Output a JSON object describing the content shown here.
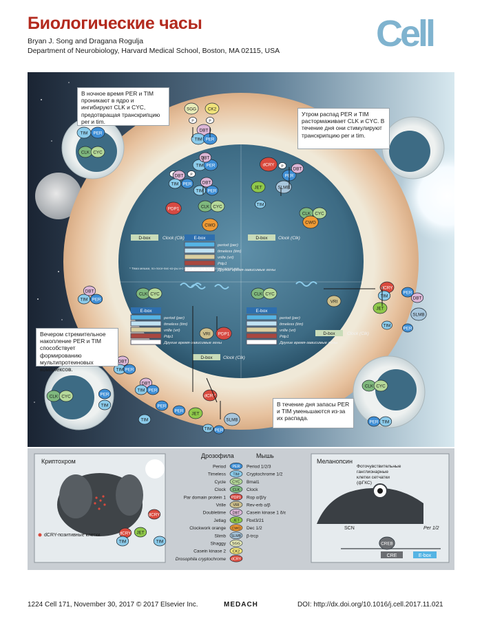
{
  "header": {
    "title": "Биологические часы",
    "authors": "Bryan J. Song and Dragana Rogulja",
    "affiliation": "Department of Neurobiology, Harvard Medical School, Boston, MA 02115, USA",
    "logo": "Cell"
  },
  "notes": {
    "night": "В ночное время PER и TIM проникают в ядро и ингибируют CLK и CYC, предотвращая транскрипцию per и tim.",
    "morning": "Утром распад PER и TIM растормаживает CLK и CYC. В течение дня они стимулируют транскрипцию per и tim.",
    "evening": "Вечером стремительное накопление PER и TIM способствует формированию мультипротеиновых комплексов.",
    "day": "В течение дня запасы PER и TIM уменьшаются из-за их распада."
  },
  "genes": {
    "ebox": "E-box",
    "dbox": "D-box",
    "clock_gene": "Clock (Clk)",
    "list": [
      "period (per)",
      "timeless (tim)",
      "vrille (vri)",
      "Pdp1",
      "Другие время-зависимые гены"
    ],
    "colors": [
      "#55b4e4",
      "#bfe2f3",
      "#d9cfa1",
      "#a9473f",
      "#ffffff"
    ],
    "footnote": "* Тема мешки, по-лосе-пис-ко-ры и-с-т-ран-ся-ного процестоме гарная ние"
  },
  "proteins": {
    "per": {
      "label": "PER",
      "color": "#3f8fd6"
    },
    "tim": {
      "label": "TIM",
      "color": "#8ccbea"
    },
    "clk": {
      "label": "CLK",
      "color": "#7fb87e"
    },
    "cyc": {
      "label": "CYC",
      "color": "#b6d99a"
    },
    "dbt": {
      "label": "DBT",
      "color": "#dcb6d6"
    },
    "pdp1": {
      "label": "PDP1",
      "color": "#d64a43"
    },
    "vri": {
      "label": "VRI",
      "color": "#cdbf8c"
    },
    "cwo": {
      "label": "CWO",
      "color": "#ee9a35"
    },
    "jet": {
      "label": "JET",
      "color": "#8fc84a"
    },
    "slmb": {
      "label": "SLMB",
      "color": "#a8c6dc"
    },
    "sgg": {
      "label": "SGG",
      "color": "#e9ecb9"
    },
    "ck2": {
      "label": "CK2",
      "color": "#f0e27a"
    },
    "dcry": {
      "label": "dCRY",
      "color": "#d94a3d"
    },
    "p": {
      "label": "P",
      "color": "#ffffff"
    },
    "creb": {
      "label": "CREB",
      "color": "#6b6e72"
    }
  },
  "legend": {
    "drosophila_title": "Дрозофила",
    "mouse_title": "Мышь",
    "rows": [
      {
        "fly": "Period",
        "badge": "PER",
        "badge_color": "#3f8fd6",
        "mouse": "Period 1/2/3"
      },
      {
        "fly": "Timeless",
        "badge": "TIM",
        "badge_color": "#8ccbea",
        "mouse": "Cryptochrome 1/2"
      },
      {
        "fly": "Cycle",
        "badge": "CYC",
        "badge_color": "#b6d99a",
        "mouse": "Bmal1"
      },
      {
        "fly": "Clock",
        "badge": "CLK",
        "badge_color": "#7fb87e",
        "mouse": "Clock"
      },
      {
        "fly": "Par domain protein 1",
        "badge": "PDP1",
        "badge_color": "#d64a43",
        "mouse": "Rор α/β/γ"
      },
      {
        "fly": "Vrille",
        "badge": "VRI",
        "badge_color": "#cdbf8c",
        "mouse": "Rev-erb α/β"
      },
      {
        "fly": "Doubletime",
        "badge": "DBT",
        "badge_color": "#dcb6d6",
        "mouse": "Casein kinase 1 δ/ε"
      },
      {
        "fly": "Jetlag",
        "badge": "JET",
        "badge_color": "#8fc84a",
        "mouse": "Fbxl3/21"
      },
      {
        "fly": "Clockwork orange",
        "badge": "CWO",
        "badge_color": "#ee9a35",
        "mouse": "Dec 1/2"
      },
      {
        "fly": "Slimb",
        "badge": "SLMB",
        "badge_color": "#a8c6dc",
        "mouse": "β-trcp"
      },
      {
        "fly": "Shaggy",
        "badge": "SGG",
        "badge_color": "#e9ecb9",
        "mouse": ""
      },
      {
        "fly": "Casein kinase 2",
        "badge": "CK2",
        "badge_color": "#f0e27a",
        "mouse": ""
      },
      {
        "fly": "Drosophila cryptochrome",
        "badge": "dCRY",
        "badge_color": "#d94a3d",
        "mouse": ""
      }
    ],
    "crypto_title": "Криптохром",
    "crypto_cells": "dCRY-позитивные клетки",
    "melanopsin_title": "Меланопсин",
    "melanopsin_note": "Фоточувствительные ганглионарные клетки сетчатки (фГКС)",
    "scn": "SCN",
    "cre": "CRE",
    "per12": "Per 1/2"
  },
  "footer": {
    "left": "1224   Cell 171, November 30, 2017 © 2017 Elsevier Inc.",
    "center": "MEDACH",
    "right": "DOI: http://dx.doi.org/10.1016/j.cell.2017.11.021"
  }
}
